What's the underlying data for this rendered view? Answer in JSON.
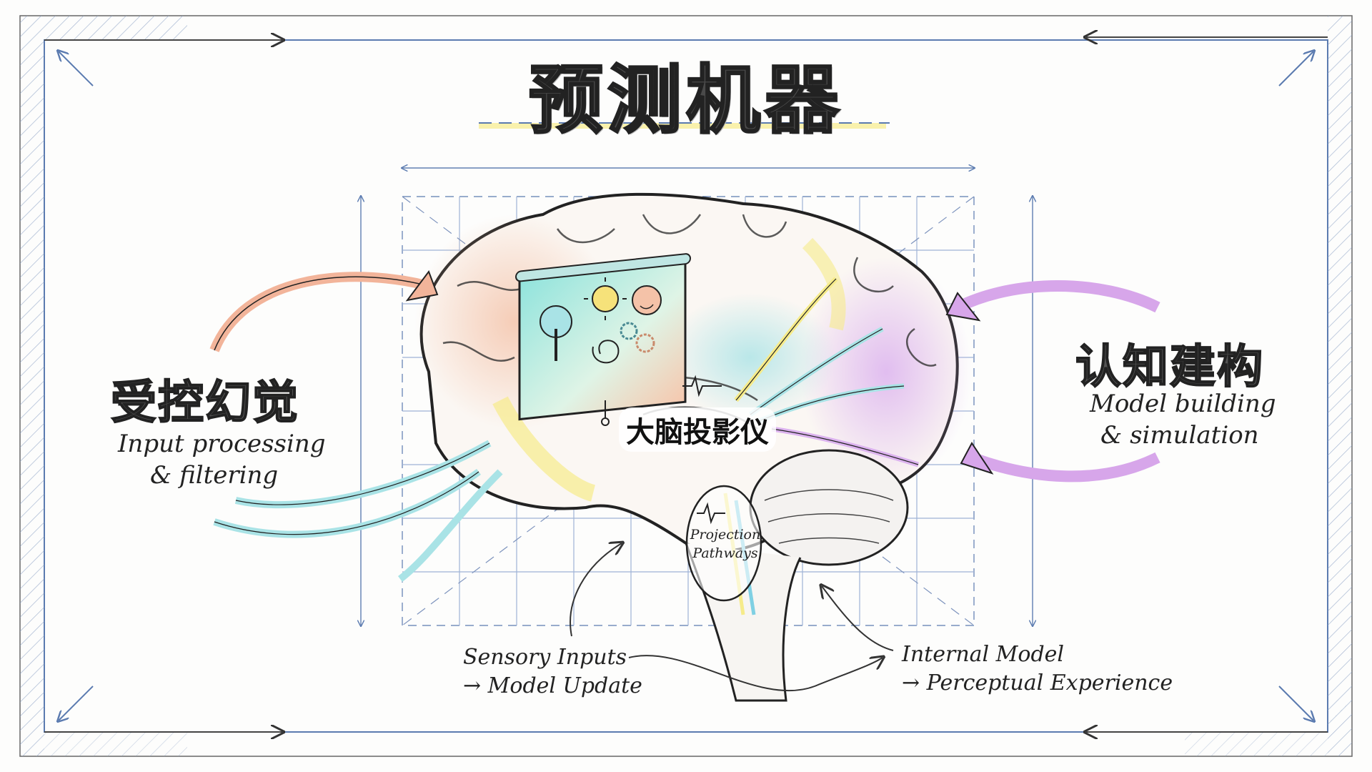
{
  "title": "预测机器",
  "left_panel": {
    "heading": "受控幻觉",
    "subtitle_line1": "Input processing",
    "subtitle_line2": "& filtering",
    "arrow_color": "#f2b49a",
    "stream_color": "#a8dde0"
  },
  "right_panel": {
    "heading": "认知建构",
    "subtitle_line1": "Model building",
    "subtitle_line2": "& simulation",
    "arrow_color": "#d7a6ea"
  },
  "center": {
    "label": "大脑投影仪",
    "projector_icons": [
      "tree-icon",
      "sun-icon",
      "face-icon",
      "spiral-icon",
      "gears-icon"
    ],
    "pathway_label_line1": "Projection",
    "pathway_label_line2": "Pathways"
  },
  "annotations": {
    "bottom_left_line1": "Sensory Inputs",
    "bottom_left_line2": "→ Model Update",
    "bottom_right_line1": "Internal Model",
    "bottom_right_line2": "→ Perceptual Experience"
  },
  "colors": {
    "frame_blue": "#5b7bb0",
    "grid_blue": "#9fb3d6",
    "ink": "#222222",
    "peach": "#f4c2a8",
    "yellow": "#f6eb8a",
    "cyan": "#a9e3e6",
    "lavender": "#dcb3ef"
  }
}
